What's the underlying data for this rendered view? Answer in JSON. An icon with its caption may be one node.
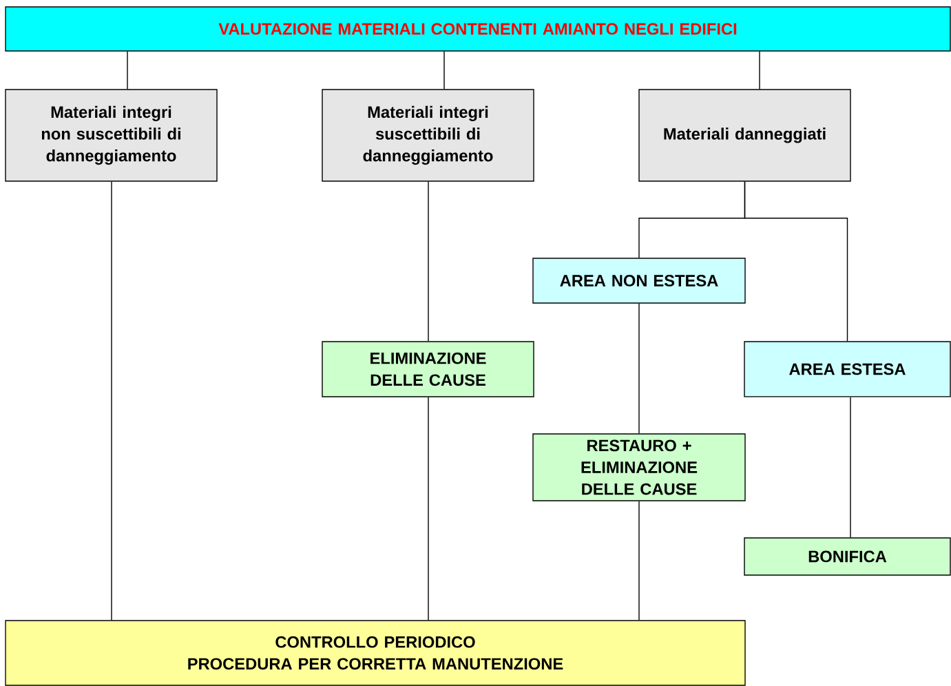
{
  "diagram": {
    "nodes": [
      {
        "text": [
          "VALUTAZIONE MATERIALI CONTENENTI AMIANTO NEGLI EDIFICI"
        ]
      },
      {
        "text": [
          "Materiali integri non suscettibili di danneggiamento"
        ]
      },
      {
        "text": [
          "Materiali integri suscettibili di danneggiamento"
        ]
      },
      {
        "text": [
          "Materiali danneggiati"
        ]
      },
      {
        "text": [
          "AREA NON ESTESA"
        ]
      },
      {
        "text": [
          "ELIMINAZIONE DELLE CAUSE"
        ]
      },
      {
        "text": [
          "AREA ESTESA"
        ]
      },
      {
        "text": [
          "RESTAURO + ELIMINAZIONE DELLE CAUSE"
        ]
      },
      {
        "text": [
          "BONIFICA"
        ]
      },
      {
        "text": [
          "CONTROLLO PERIODICO",
          "PROCEDURA PER CORRETTA MANUTENZIONE"
        ]
      }
    ],
    "edges": [
      {
        "from": 0,
        "to": 1,
        "arrow": "none"
      },
      {
        "from": 0,
        "to": 2,
        "arrow": "none"
      },
      {
        "from": 0,
        "to": 3,
        "arrow": "none"
      },
      {
        "from": 1,
        "to": 9,
        "arrow": "none"
      },
      {
        "from": 2,
        "to": 5,
        "arrow": "none"
      },
      {
        "from": 5,
        "to": 9,
        "arrow": "none"
      },
      {
        "from": 3,
        "to": 4,
        "arrow": "none"
      },
      {
        "from": 3,
        "to": 6,
        "arrow": "none"
      },
      {
        "from": 4,
        "to": 7,
        "arrow": "none"
      },
      {
        "from": 7,
        "to": 9,
        "arrow": "none"
      },
      {
        "from": 6,
        "to": 8,
        "arrow": "none"
      }
    ]
  }
}
